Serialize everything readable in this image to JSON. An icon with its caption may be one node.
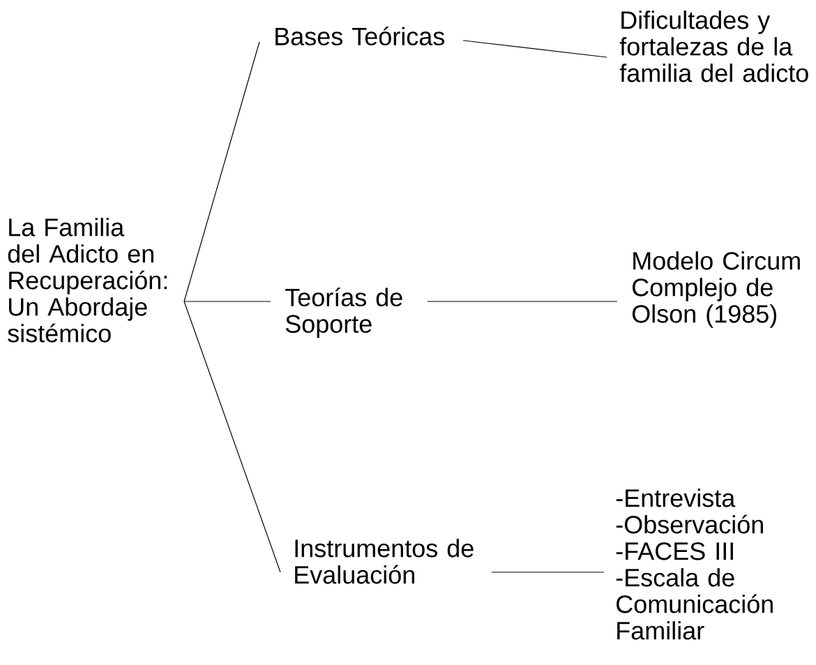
{
  "diagram": {
    "nodes": [
      {
        "text": [
          "La Familia del Adicto en Recuperación: Un Abordaje sistémico"
        ]
      },
      {
        "text": [
          "Bases Teóricas"
        ]
      },
      {
        "text": [
          "Dificultades y fortalezas de la familia del adicto"
        ]
      },
      {
        "text": [
          "Teorías de Soporte"
        ]
      },
      {
        "text": [
          "Modelo Circum Complejo de Olson (1985)"
        ]
      },
      {
        "text": [
          "Instrumentos de Evaluación"
        ]
      },
      {
        "text": [
          "-Entrevista",
          "-Observación",
          "-FACES III",
          "-Escala de Comunicación Familiar"
        ]
      }
    ],
    "edges": [
      {
        "from": 0,
        "to": 1,
        "arrow": "none"
      },
      {
        "from": 0,
        "to": 3,
        "arrow": "none"
      },
      {
        "from": 0,
        "to": 5,
        "arrow": "none"
      },
      {
        "from": 1,
        "to": 2,
        "arrow": "none"
      },
      {
        "from": 3,
        "to": 4,
        "arrow": "none"
      },
      {
        "from": 5,
        "to": 6,
        "arrow": "none"
      }
    ]
  }
}
